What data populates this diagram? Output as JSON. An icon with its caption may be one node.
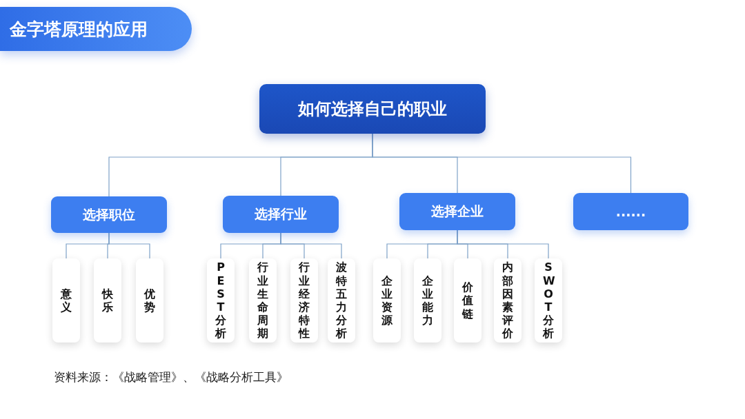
{
  "diagram": {
    "title": "金字塔原理的应用",
    "caption": "资料来源：《战略管理》、《战略分析工具》",
    "nodes": [
      {
        "text": [
          "如何选择自己的职业"
        ]
      },
      {
        "text": [
          "选择职位"
        ]
      },
      {
        "text": [
          "选择行业"
        ]
      },
      {
        "text": [
          "选择企业"
        ]
      },
      {
        "text": [
          "......"
        ]
      },
      {
        "text": [
          "意义"
        ]
      },
      {
        "text": [
          "快乐"
        ]
      },
      {
        "text": [
          "优势"
        ]
      },
      {
        "text": [
          "PEST分析"
        ]
      },
      {
        "text": [
          "行业生命周期"
        ]
      },
      {
        "text": [
          "行业经济特性"
        ]
      },
      {
        "text": [
          "波特五力分析"
        ]
      },
      {
        "text": [
          "企业资源"
        ]
      },
      {
        "text": [
          "企业能力"
        ]
      },
      {
        "text": [
          "价值链"
        ]
      },
      {
        "text": [
          "内部因素评价"
        ]
      },
      {
        "text": [
          "SWOT分析"
        ]
      }
    ],
    "edges": [
      {
        "from": 0,
        "to": 1,
        "arrow": "none"
      },
      {
        "from": 0,
        "to": 2,
        "arrow": "none"
      },
      {
        "from": 0,
        "to": 3,
        "arrow": "none"
      },
      {
        "from": 0,
        "to": 4,
        "arrow": "none"
      },
      {
        "from": 1,
        "to": 5,
        "arrow": "none"
      },
      {
        "from": 1,
        "to": 6,
        "arrow": "none"
      },
      {
        "from": 1,
        "to": 7,
        "arrow": "none"
      },
      {
        "from": 2,
        "to": 8,
        "arrow": "none"
      },
      {
        "from": 2,
        "to": 9,
        "arrow": "none"
      },
      {
        "from": 2,
        "to": 10,
        "arrow": "none"
      },
      {
        "from": 2,
        "to": 11,
        "arrow": "none"
      },
      {
        "from": 3,
        "to": 12,
        "arrow": "none"
      },
      {
        "from": 3,
        "to": 13,
        "arrow": "none"
      },
      {
        "from": 3,
        "to": 14,
        "arrow": "none"
      },
      {
        "from": 3,
        "to": 15,
        "arrow": "none"
      },
      {
        "from": 3,
        "to": 16,
        "arrow": "none"
      }
    ]
  }
}
